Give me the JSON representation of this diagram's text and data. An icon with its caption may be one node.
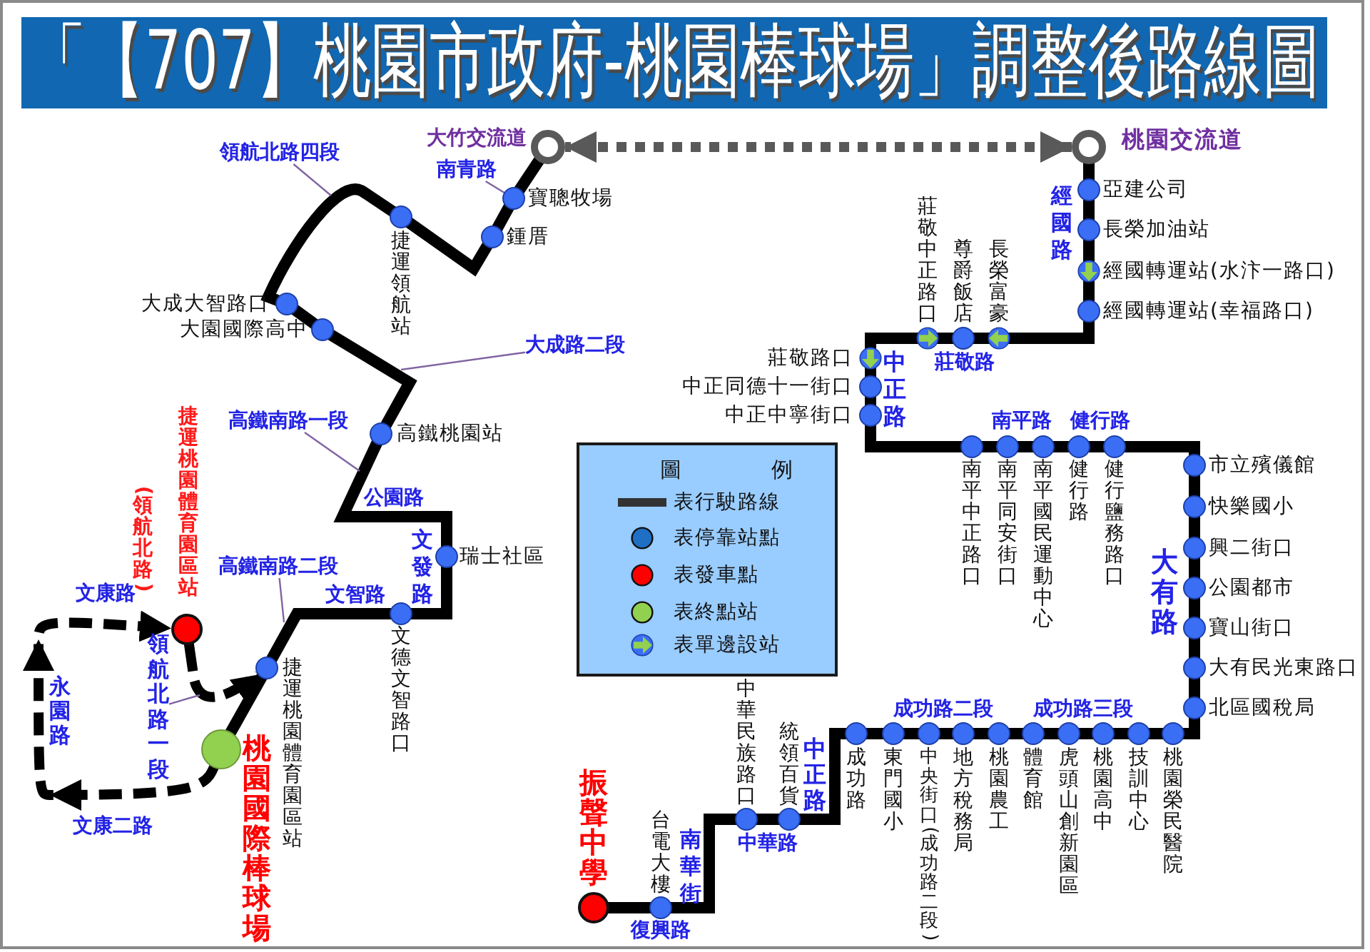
{
  "diagram": {
    "title": "「【707】桃園市政府-桃園棒球場」調整後路線圖",
    "nodes": [
      {
        "text": [],
        "shape": "circle",
        "beside": [
          "振聲中學"
        ]
      },
      {
        "text": [],
        "shape": "circle",
        "beside": [
          "台電大樓"
        ]
      },
      {
        "text": [],
        "shape": "circle",
        "beside": [
          "中華民族路口"
        ]
      },
      {
        "text": [],
        "shape": "circle",
        "beside": [
          "統領百貨"
        ]
      },
      {
        "text": [],
        "shape": "circle",
        "beside": [
          "成功路"
        ]
      },
      {
        "text": [],
        "shape": "circle",
        "beside": [
          "東門國小"
        ]
      },
      {
        "text": [],
        "shape": "circle",
        "beside": [
          "中央街口(成功路二段)"
        ]
      },
      {
        "text": [],
        "shape": "circle",
        "beside": [
          "地方稅務局"
        ]
      },
      {
        "text": [],
        "shape": "circle",
        "beside": [
          "桃園農工"
        ]
      },
      {
        "text": [],
        "shape": "circle",
        "beside": [
          "體育館"
        ]
      },
      {
        "text": [],
        "shape": "circle",
        "beside": [
          "虎頭山創新園區"
        ]
      },
      {
        "text": [],
        "shape": "circle",
        "beside": [
          "桃園高中"
        ]
      },
      {
        "text": [],
        "shape": "circle",
        "beside": [
          "技訓中心"
        ]
      },
      {
        "text": [],
        "shape": "circle",
        "beside": [
          "桃園榮民醫院"
        ]
      },
      {
        "text": [],
        "shape": "circle",
        "beside": [
          "北區國稅局"
        ]
      },
      {
        "text": [],
        "shape": "circle",
        "beside": [
          "大有民光東路口"
        ]
      },
      {
        "text": [],
        "shape": "circle",
        "beside": [
          "寶山街口"
        ]
      },
      {
        "text": [],
        "shape": "circle",
        "beside": [
          "公園都市"
        ]
      },
      {
        "text": [],
        "shape": "circle",
        "beside": [
          "興二街口"
        ]
      },
      {
        "text": [],
        "shape": "circle",
        "beside": [
          "快樂國小"
        ]
      },
      {
        "text": [],
        "shape": "circle",
        "beside": [
          "市立殯儀館"
        ]
      },
      {
        "text": [],
        "shape": "circle",
        "beside": [
          "健行鹽務路口"
        ]
      },
      {
        "text": [],
        "shape": "circle",
        "beside": [
          "健行路"
        ]
      },
      {
        "text": [],
        "shape": "circle",
        "beside": [
          "南平國民運動中心"
        ]
      },
      {
        "text": [],
        "shape": "circle",
        "beside": [
          "南平同安街口"
        ]
      },
      {
        "text": [],
        "shape": "circle",
        "beside": [
          "南平中正路口"
        ]
      },
      {
        "text": [],
        "shape": "circle",
        "beside": [
          "中正中寧街口"
        ]
      },
      {
        "text": [],
        "shape": "circle",
        "beside": [
          "中正同德十一街口"
        ]
      },
      {
        "text": [],
        "shape": "circle",
        "beside": [
          "莊敬路口"
        ]
      },
      {
        "text": [],
        "shape": "circle",
        "beside": [
          "莊敬中正路口"
        ]
      },
      {
        "text": [],
        "shape": "circle",
        "beside": [
          "尊爵飯店"
        ]
      },
      {
        "text": [],
        "shape": "circle",
        "beside": [
          "長榮富豪"
        ]
      },
      {
        "text": [],
        "shape": "circle",
        "beside": [
          "經國轉運站(幸福路口)"
        ]
      },
      {
        "text": [],
        "shape": "circle",
        "beside": [
          "經國轉運站(水汴一路口)"
        ]
      },
      {
        "text": [],
        "shape": "circle",
        "beside": [
          "長榮加油站"
        ]
      },
      {
        "text": [],
        "shape": "circle",
        "beside": [
          "亞建公司"
        ]
      },
      {
        "text": [],
        "shape": "circle",
        "beside": [
          "桃園交流道"
        ]
      },
      {
        "text": [],
        "shape": "circle",
        "beside": [
          "大竹交流道"
        ]
      },
      {
        "text": [],
        "shape": "circle",
        "beside": [
          "寶聰牧場"
        ]
      },
      {
        "text": [],
        "shape": "circle",
        "beside": [
          "鍾厝"
        ]
      },
      {
        "text": [],
        "shape": "circle",
        "beside": [
          "捷運領航站"
        ]
      },
      {
        "text": [],
        "shape": "circle",
        "beside": [
          "大成大智路口"
        ]
      },
      {
        "text": [],
        "shape": "circle",
        "beside": [
          "大園國際高中"
        ]
      },
      {
        "text": [],
        "shape": "circle",
        "beside": [
          "高鐵桃園站"
        ]
      },
      {
        "text": [],
        "shape": "circle",
        "beside": [
          "瑞士社區"
        ]
      },
      {
        "text": [],
        "shape": "circle",
        "beside": [
          "文德文智路口"
        ]
      },
      {
        "text": [],
        "shape": "circle",
        "beside": [
          "捷運桃園體育園區站"
        ]
      },
      {
        "text": [],
        "shape": "circle",
        "beside": [
          "桃園國際棒球場"
        ]
      },
      {
        "text": [],
        "shape": "circle",
        "beside": [
          "捷運桃園體育園區站",
          "(領航北路)"
        ]
      },
      {
        "text": [
          "領航北路四段"
        ]
      },
      {
        "text": [
          "南青路"
        ]
      },
      {
        "text": [
          "大成路二段"
        ]
      },
      {
        "text": [
          "高鐵南路一段"
        ]
      },
      {
        "text": [
          "高鐵南路二段"
        ]
      },
      {
        "text": [
          "領航北路一段"
        ]
      }
    ],
    "edges": [
      {
        "from": 0,
        "to": 1,
        "arrow": "none"
      },
      {
        "from": 1,
        "to": 2,
        "arrow": "none"
      },
      {
        "from": 2,
        "to": 3,
        "arrow": "none"
      },
      {
        "from": 3,
        "to": 4,
        "arrow": "none"
      },
      {
        "from": 4,
        "to": 5,
        "arrow": "none"
      },
      {
        "from": 5,
        "to": 6,
        "arrow": "none"
      },
      {
        "from": 6,
        "to": 7,
        "arrow": "none"
      },
      {
        "from": 7,
        "to": 8,
        "arrow": "none"
      },
      {
        "from": 8,
        "to": 9,
        "arrow": "none"
      },
      {
        "from": 9,
        "to": 10,
        "arrow": "none"
      },
      {
        "from": 10,
        "to": 11,
        "arrow": "none"
      },
      {
        "from": 11,
        "to": 12,
        "arrow": "none"
      },
      {
        "from": 12,
        "to": 13,
        "arrow": "none"
      },
      {
        "from": 13,
        "to": 14,
        "arrow": "none"
      },
      {
        "from": 14,
        "to": 15,
        "arrow": "none"
      },
      {
        "from": 15,
        "to": 16,
        "arrow": "none"
      },
      {
        "from": 16,
        "to": 17,
        "arrow": "none"
      },
      {
        "from": 17,
        "to": 18,
        "arrow": "none"
      },
      {
        "from": 18,
        "to": 19,
        "arrow": "none"
      },
      {
        "from": 19,
        "to": 20,
        "arrow": "none"
      },
      {
        "from": 20,
        "to": 21,
        "arrow": "none"
      },
      {
        "from": 21,
        "to": 22,
        "arrow": "none"
      },
      {
        "from": 22,
        "to": 23,
        "arrow": "none"
      },
      {
        "from": 23,
        "to": 24,
        "arrow": "none"
      },
      {
        "from": 24,
        "to": 25,
        "arrow": "none"
      },
      {
        "from": 25,
        "to": 26,
        "arrow": "none"
      },
      {
        "from": 26,
        "to": 27,
        "arrow": "none"
      },
      {
        "from": 27,
        "to": 28,
        "arrow": "none"
      },
      {
        "from": 28,
        "to": 29,
        "arrow": "none"
      },
      {
        "from": 29,
        "to": 30,
        "arrow": "none"
      },
      {
        "from": 30,
        "to": 31,
        "arrow": "none"
      },
      {
        "from": 31,
        "to": 32,
        "arrow": "none"
      },
      {
        "from": 32,
        "to": 33,
        "arrow": "none"
      },
      {
        "from": 33,
        "to": 34,
        "arrow": "none"
      },
      {
        "from": 34,
        "to": 35,
        "arrow": "none"
      },
      {
        "from": 35,
        "to": 36,
        "arrow": "none"
      },
      {
        "from": 36,
        "to": 37,
        "arrow": "both",
        "style": "dashed",
        "color": "#595959"
      },
      {
        "from": 37,
        "to": 38,
        "arrow": "none"
      },
      {
        "from": 38,
        "to": 39,
        "arrow": "none"
      },
      {
        "from": 39,
        "to": 40,
        "arrow": "none"
      },
      {
        "from": 40,
        "to": 41,
        "arrow": "none"
      },
      {
        "from": 41,
        "to": 42,
        "arrow": "none"
      },
      {
        "from": 42,
        "to": 43,
        "arrow": "none"
      },
      {
        "from": 43,
        "to": 44,
        "arrow": "none"
      },
      {
        "from": 44,
        "to": 45,
        "arrow": "none"
      },
      {
        "from": 45,
        "to": 46,
        "arrow": "none"
      },
      {
        "from": 46,
        "to": 47,
        "arrow": "none"
      },
      {
        "from": 47,
        "to": 48,
        "arrow": "to",
        "style": "dashed"
      },
      {
        "from": 48,
        "to": 46,
        "arrow": "to",
        "style": "dashed"
      },
      {
        "from": 49,
        "to": null,
        "arrow": "none",
        "color": "#8064a2"
      },
      {
        "from": 50,
        "to": 38,
        "arrow": "none",
        "color": "#8064a2"
      },
      {
        "from": 51,
        "to": null,
        "arrow": "none",
        "color": "#8064a2"
      },
      {
        "from": 52,
        "to": null,
        "arrow": "none",
        "color": "#8064a2"
      },
      {
        "from": 53,
        "to": null,
        "arrow": "none",
        "color": "#8064a2"
      },
      {
        "from": 54,
        "to": null,
        "arrow": "none",
        "color": "#8064a2"
      }
    ],
    "labels": [
      "經國路",
      "中正路",
      "莊敬路",
      "南平路",
      "健行路",
      "圖例",
      "公園路",
      "文發路",
      "大有路",
      "文康路",
      "文智路",
      "永園路",
      "成功路二段",
      "成功路三段",
      "中正路",
      "文康二路",
      "南華街",
      "中華路",
      "復興路"
    ],
    "legend": [
      {
        "text": "表行駛路線"
      },
      {
        "text": "表停靠站點",
        "color": "#1f6fc5"
      },
      {
        "text": "表發車點",
        "color": "#ff0000"
      },
      {
        "text": "表終點站",
        "color": "#92d050"
      },
      {
        "text": "表單邊設站"
      }
    ]
  }
}
